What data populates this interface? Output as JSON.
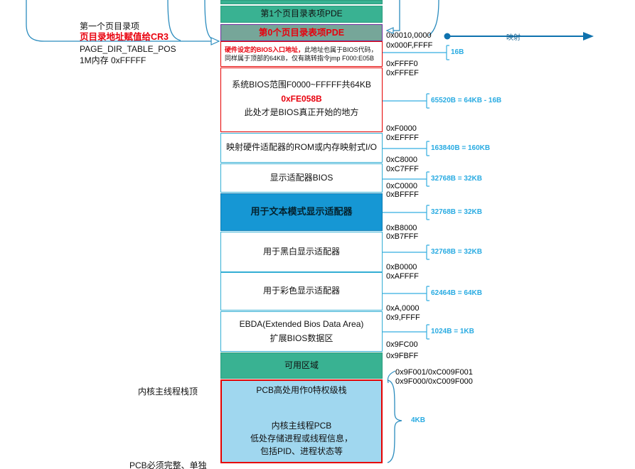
{
  "left_notes": {
    "note1": "第一个页目录项",
    "note2": "页目录地址赋值给CR3",
    "note3": "PAGE_DIR_TABLE_POS",
    "note4": "1M内存 0xFFFFF",
    "note5": "内核主线程栈顶",
    "note6": "PCB必须完整、单独"
  },
  "regions": {
    "pde1": "第1个页目录表项PDE",
    "pde0": "第0个页目录表项PDE",
    "bios_entry_red": "硬件设定的BIOS入口地址，",
    "bios_entry_rest": "此地址也属于BIOS代码，同样属于顶部的64KB，仅有跳转指令jmp F000:E05B",
    "sys_bios_line1": "系统BIOS范围F0000~FFFFF共64KB",
    "sys_bios_line2": "0xFE058B",
    "sys_bios_line3": "此处才是BIOS真正开始的地方",
    "adapter_rom": "映射硬件适配器的ROM或内存映射式I/O",
    "display_bios": "显示适配器BIOS",
    "text_mode": "用于文本模式显示适配器",
    "mono": "用于黑白显示适配器",
    "color": "用于彩色显示适配器",
    "ebda_line1": "EBDA(Extended Bios Data Area)",
    "ebda_line2": "扩展BIOS数据区",
    "usable": "可用区域",
    "pcb_top": "PCB高处用作0特权级栈",
    "pcb_line1": "内核主线程PCB",
    "pcb_line2": "低处存储进程或线程信息，",
    "pcb_line3": "包括PID、进程状态等"
  },
  "addresses": [
    "0x0010,0000",
    "0x000F,FFFF",
    "0xFFFF0",
    "0xFFFEF",
    "0xF0000",
    "0xEFFFF",
    "0xC8000",
    "0xC7FFF",
    "0xC0000",
    "0xBFFFF",
    "0xB8000",
    "0xB7FFF",
    "0xB0000",
    "0xAFFFF",
    "0xA,0000",
    "0x9,FFFF",
    "0x9FC00",
    "0x9FBFF",
    "0x9F001/0xC009F001",
    "0x9F000/0xC009F000"
  ],
  "sizes": [
    "16B",
    "65520B = 64KB - 16B",
    "163840B = 160KB",
    "32768B = 32KB",
    "32768B = 32KB",
    "32768B = 32KB",
    "62464B = 64KB",
    "1024B = 1KB"
  ],
  "brace_label": "4KB",
  "mapping_label": "映射",
  "colors": {
    "green": "#39b292",
    "gray_green": "#76a699",
    "purple_border": "#7030a0",
    "red": "#e60000",
    "teal_border": "#33aed4",
    "blue_fill": "#1697d4",
    "pcb_fill": "#a0d7ef",
    "size_label_blue": "#29abe2",
    "connector_blue": "#2b8cbe",
    "arrow_blue": "#0f72ae"
  }
}
